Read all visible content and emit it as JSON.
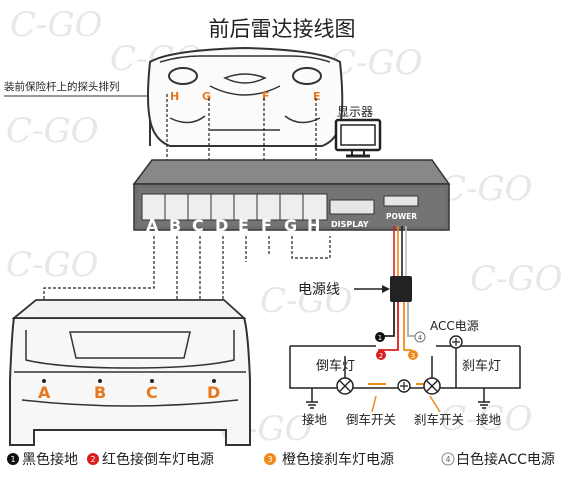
{
  "title": "前后雷达接线图",
  "front_note": "装前保险杆上的探头排列",
  "display_label": "显示器",
  "power_cable_label": "电源线",
  "watermark": "C-GO",
  "front_sensors": [
    "H",
    "G",
    "F",
    "E"
  ],
  "rear_sensors": [
    "A",
    "B",
    "C",
    "D"
  ],
  "connector_ports": [
    "A",
    "B",
    "C",
    "D",
    "E",
    "F",
    "G",
    "H"
  ],
  "display_port": "DISPLAY",
  "power_port": "POWER",
  "wiring": {
    "acc_label": "ACC电源",
    "reverse_lamp": "倒车灯",
    "brake_lamp": "刹车灯",
    "ground_left": "接地",
    "reverse_switch": "倒车开关",
    "brake_switch": "刹车开关",
    "ground_right": "接地",
    "wire_numbers": [
      "1",
      "2",
      "3",
      "4"
    ]
  },
  "legend": [
    {
      "num": "1",
      "text": "黑色接地",
      "color": "#111111"
    },
    {
      "num": "2",
      "text": "红色接倒车灯电源",
      "color": "#d81e1e"
    },
    {
      "num": "3",
      "text": "橙色接刹车灯电源",
      "color": "#f08a1c"
    },
    {
      "num": "4",
      "text": "白色接ACC电源",
      "color": "#f4f4f4"
    }
  ]
}
